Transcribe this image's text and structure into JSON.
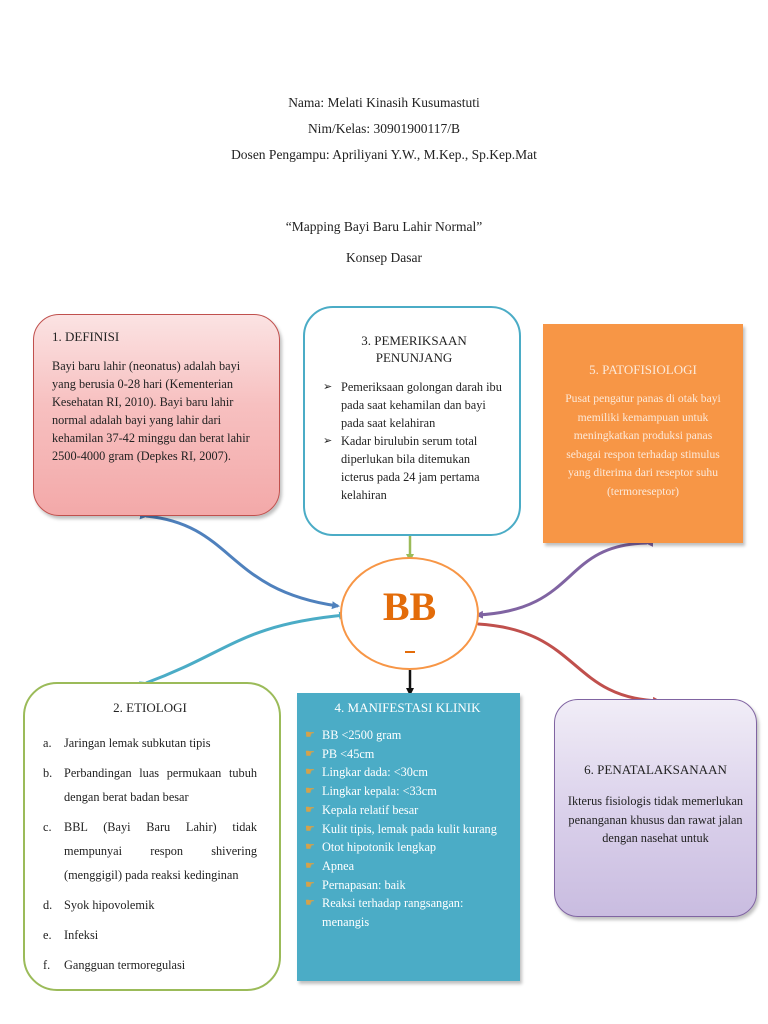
{
  "header": {
    "name": "Nama: Melati Kinasih Kusumastuti",
    "nim": "Nim/Kelas: 30901900117/B",
    "dosen": "Dosen Pengampu: Apriliyani Y.W., M.Kep., Sp.Kep.Mat",
    "title": "“Mapping Bayi Baru Lahir Normal”",
    "subtitle": "Konsep Dasar"
  },
  "center": {
    "label": "BB"
  },
  "definisi": {
    "title": "1.  DEFINISI",
    "text": "Bayi baru lahir (neonatus) adalah bayi yang berusia 0-28 hari (Kementerian Kesehatan RI, 2010). Bayi baru lahir normal adalah bayi yang lahir dari kehamilan 37-42 minggu dan berat lahir 2500-4000 gram (Depkes RI, 2007)."
  },
  "pemeriksaan": {
    "title": "3. PEMERIKSAAN PENUNJANG",
    "items": [
      "Pemeriksaan golongan darah ibu pada saat kehamilan dan bayi pada saat kelahiran",
      "Kadar birulubin serum total diperlukan bila ditemukan icterus pada 24 jam pertama kelahiran"
    ]
  },
  "patofisiologi": {
    "title": "5. PATOFISIOLOGI",
    "text": "Pusat pengatur panas di otak bayi memiliki kemampuan untuk meningkatkan produksi panas sebagai respon terhadap stimulus yang diterima dari reseptor suhu (termoreseptor)"
  },
  "etiologi": {
    "title": "2. ETIOLOGI",
    "items": [
      {
        "marker": "a.",
        "text": "Jaringan lemak subkutan tipis"
      },
      {
        "marker": "b.",
        "text": "Perbandingan luas permukaan tubuh dengan berat badan besar"
      },
      {
        "marker": "c.",
        "text": "BBL (Bayi Baru Lahir) tidak mempunyai respon shivering (menggigil) pada reaksi kedinginan"
      },
      {
        "marker": "d.",
        "text": "Syok hipovolemik"
      },
      {
        "marker": "e.",
        "text": "Infeksi"
      },
      {
        "marker": "f.",
        "text": "Gangguan termoregulasi"
      }
    ]
  },
  "manifestasi": {
    "title": "4. MANIFESTASI KLINIK",
    "items": [
      "BB <2500 gram",
      "PB <45cm",
      "Lingkar dada: <30cm",
      "Lingkar kepala: <33cm",
      "Kepala relatif besar",
      "Kulit tipis, lemak pada kulit kurang",
      "Otot hipotonik lengkap",
      "Apnea",
      "Pernapasan: baik",
      "Reaksi terhadap rangsangan: menangis"
    ]
  },
  "penatalaksanaan": {
    "title": "6. PENATALAKSANAAN",
    "text": "Ikterus fisiologis tidak memerlukan penanganan khusus dan rawat jalan dengan nasehat untuk"
  },
  "colors": {
    "definisi_border": "#c0504d",
    "pemeriksaan_border": "#4bacc6",
    "patofisiologi_fill": "#f79646",
    "etiologi_border": "#9bbb59",
    "manifestasi_fill": "#4bacc6",
    "penatalaksanaan_border": "#8064a2",
    "center_text": "#e36c0a"
  }
}
